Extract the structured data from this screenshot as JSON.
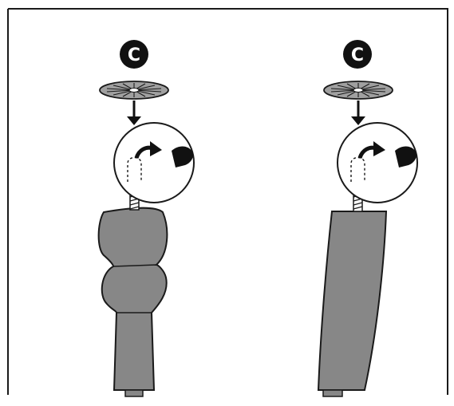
{
  "panels": [
    {
      "id": "left",
      "step_label": "C",
      "leg_style": "turned-bun"
    },
    {
      "id": "right",
      "step_label": "C",
      "leg_style": "tapered-curved"
    }
  ],
  "icons": {
    "step_badge": "step-badge-icon",
    "disc": "felt-pad-disc-icon",
    "down_arrow": "down-arrow-icon",
    "detail_circle": "detail-callout-icon",
    "curved_arrow": "curved-arrow-icon",
    "pad": "felt-pad-icon",
    "screw": "threaded-bolt-icon",
    "leg": "furniture-leg-icon"
  },
  "colors": {
    "frame": "#1a1a1a",
    "badge": "#111111",
    "badge_text": "#ffffff",
    "leg_fill": "#878787",
    "leg_stroke": "#1a1a1a",
    "disc_fill": "#9a9a9a",
    "background": "#ffffff"
  }
}
